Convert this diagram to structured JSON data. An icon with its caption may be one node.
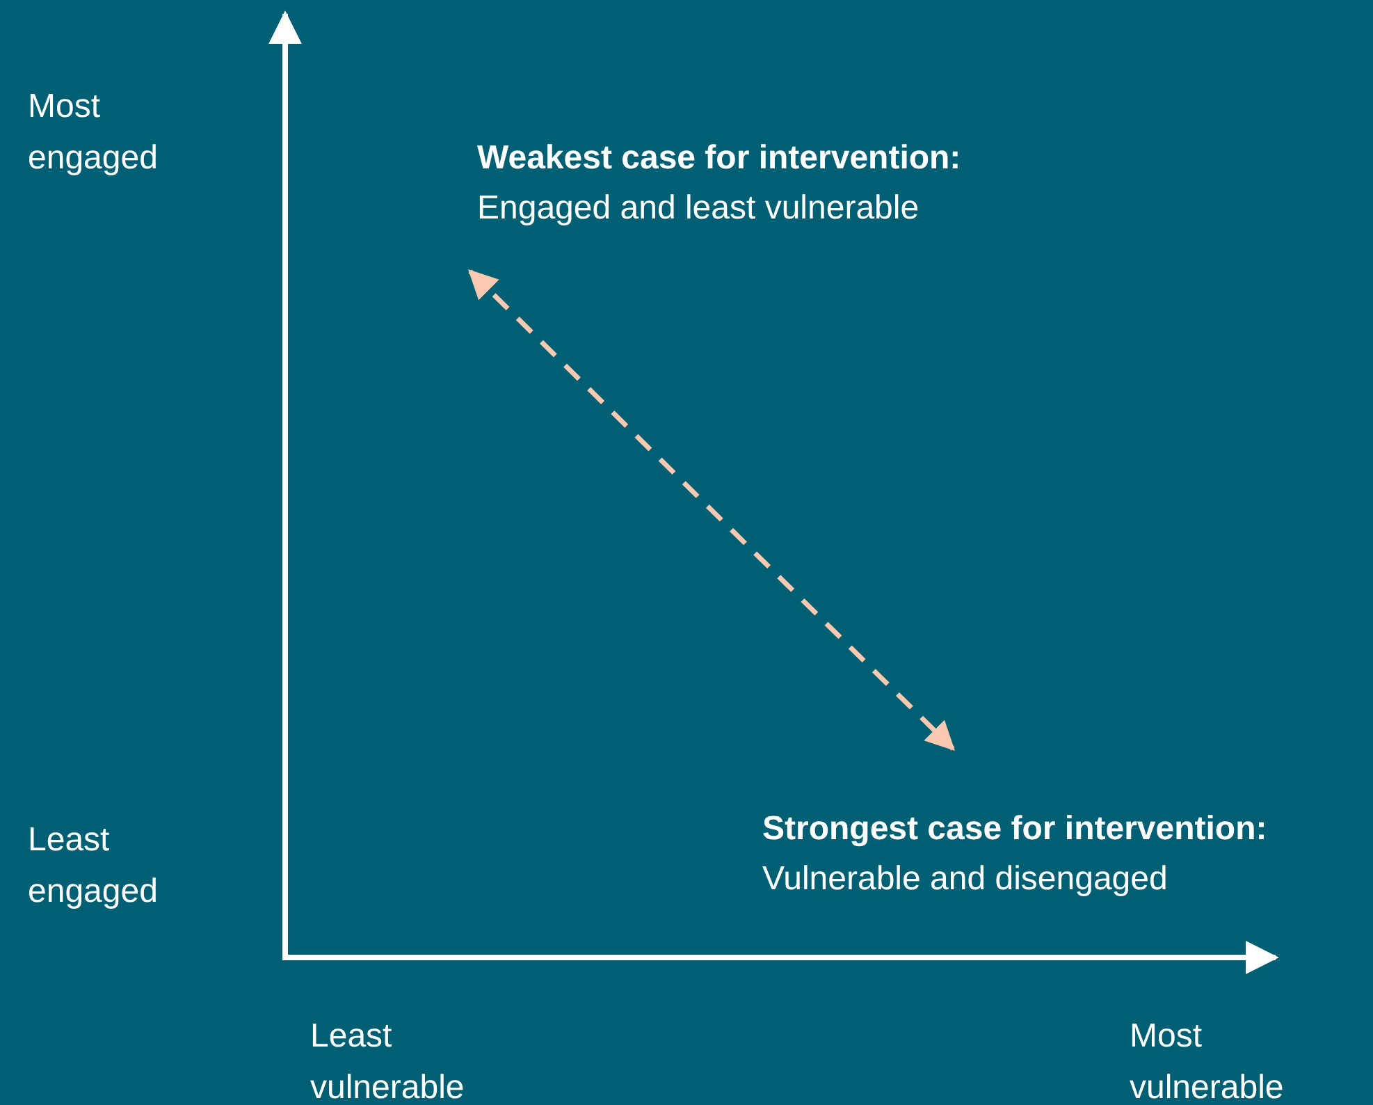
{
  "diagram": {
    "nodes": [
      {
        "text": [
          "Weakest case for intervention:",
          "Engaged and least vulnerable"
        ]
      },
      {
        "text": [
          "Strongest case for intervention:",
          "Vulnerable and disengaged"
        ]
      }
    ],
    "edges": [
      {
        "from": 0,
        "to": 1,
        "arrow": "both",
        "style": "dashed",
        "color": "#f9c9b1"
      }
    ],
    "labels": [
      "Most engaged",
      "Least engaged",
      "Least vulnerable",
      "Most vulnerable"
    ]
  }
}
